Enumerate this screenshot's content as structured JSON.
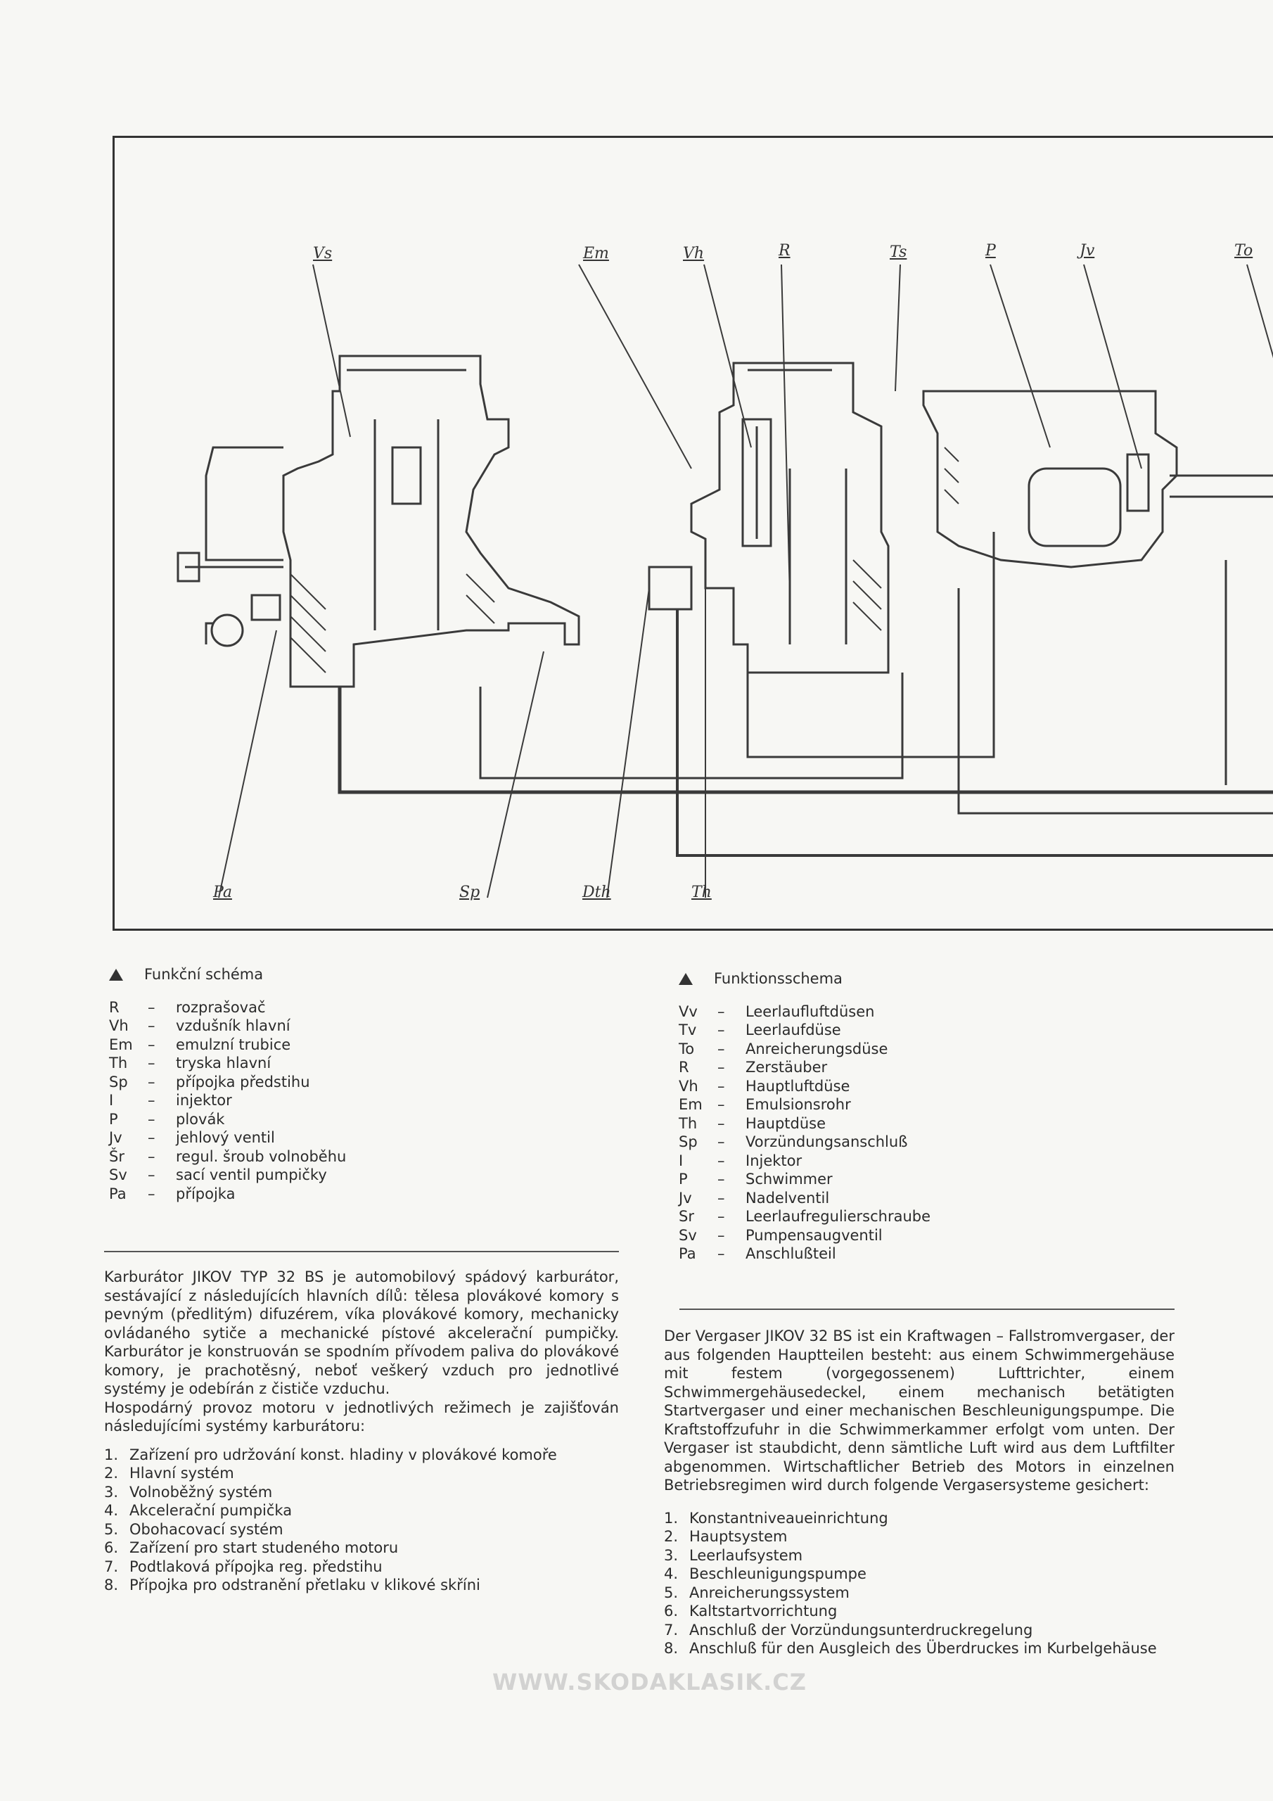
{
  "diagram": {
    "labels": {
      "vs": "Vs",
      "em": "Em",
      "vh": "Vh",
      "r": "R",
      "ts": "Ts",
      "p": "P",
      "jv": "Jv",
      "to": "To",
      "pa": "Pa",
      "sp": "Sp",
      "dth": "Dth",
      "th": "Th"
    }
  },
  "legend_cz": {
    "title": "Funkční schéma",
    "items": [
      {
        "abbr": "R",
        "dash": "–",
        "text": "rozprašovač"
      },
      {
        "abbr": "Vh",
        "dash": "–",
        "text": "vzdušník hlavní"
      },
      {
        "abbr": "Em",
        "dash": "–",
        "text": "emulzní trubice"
      },
      {
        "abbr": "Th",
        "dash": "–",
        "text": "tryska hlavní"
      },
      {
        "abbr": "Sp",
        "dash": "–",
        "text": "přípojka předstihu"
      },
      {
        "abbr": "I",
        "dash": "–",
        "text": "injektor"
      },
      {
        "abbr": "P",
        "dash": "–",
        "text": "plovák"
      },
      {
        "abbr": "Jv",
        "dash": "–",
        "text": "jehlový ventil"
      },
      {
        "abbr": "Šr",
        "dash": "–",
        "text": "regul. šroub volnoběhu"
      },
      {
        "abbr": "Sv",
        "dash": "–",
        "text": "sací ventil pumpičky"
      },
      {
        "abbr": "Pa",
        "dash": "–",
        "text": "přípojka"
      }
    ]
  },
  "legend_de": {
    "title": "Funktionsschema",
    "items": [
      {
        "abbr": "Vv",
        "dash": "–",
        "text": "Leerlaufluftdüsen"
      },
      {
        "abbr": "Tv",
        "dash": "–",
        "text": "Leerlaufdüse"
      },
      {
        "abbr": "To",
        "dash": "–",
        "text": "Anreicherungsdüse"
      },
      {
        "abbr": "R",
        "dash": "–",
        "text": "Zerstäuber"
      },
      {
        "abbr": "Vh",
        "dash": "–",
        "text": "Hauptluftdüse"
      },
      {
        "abbr": "Em",
        "dash": "–",
        "text": "Emulsionsrohr"
      },
      {
        "abbr": "Th",
        "dash": "–",
        "text": "Hauptdüse"
      },
      {
        "abbr": "Sp",
        "dash": "–",
        "text": "Vorzündungsanschluß"
      },
      {
        "abbr": "I",
        "dash": "–",
        "text": "Injektor"
      },
      {
        "abbr": "P",
        "dash": "–",
        "text": "Schwimmer"
      },
      {
        "abbr": "Jv",
        "dash": "–",
        "text": "Nadelventil"
      },
      {
        "abbr": "Sr",
        "dash": "–",
        "text": "Leerlaufregulierschraube"
      },
      {
        "abbr": "Sv",
        "dash": "–",
        "text": "Pumpensaugventil"
      },
      {
        "abbr": "Pa",
        "dash": "–",
        "text": "Anschlußteil"
      }
    ]
  },
  "text_cz": {
    "paragraph1": "Karburátor JIKOV TYP 32 BS je automobilový spádový karburátor, sestávající z následujících hlavních dílů: tělesa plovákové komory s pevným (předlitým) difuzérem, víka plovákové komory, mechanicky ovládaného sytiče a mechanické pístové akcelerační pumpičky. Karburátor je konstruován se spodním přívodem paliva do plovákové komory, je prachotěsný, neboť veškerý vzduch pro jednotlivé systémy je odebírán z čističe vzduchu.",
    "paragraph2": "Hospodárný provoz motoru v jednotlivých režimech je zajišťován následujícími systémy karburátoru:",
    "list": [
      {
        "num": "1.",
        "text": "Zařízení pro udržování konst. hladiny v plovákové komoře"
      },
      {
        "num": "2.",
        "text": "Hlavní systém"
      },
      {
        "num": "3.",
        "text": "Volnoběžný systém"
      },
      {
        "num": "4.",
        "text": "Akcelerační pumpička"
      },
      {
        "num": "5.",
        "text": "Obohacovací systém"
      },
      {
        "num": "6.",
        "text": "Zařízení pro start studeného motoru"
      },
      {
        "num": "7.",
        "text": "Podtlaková přípojka reg. předstihu"
      },
      {
        "num": "8.",
        "text": "Přípojka pro odstranění přetlaku v klikové skříni"
      }
    ]
  },
  "text_de": {
    "paragraph1": "Der Vergaser JIKOV 32 BS ist ein Kraftwagen – Fallstromvergaser, der aus folgenden Hauptteilen besteht: aus einem Schwimmergehäuse mit festem (vorgegossenem) Lufttrichter, einem Schwimmergehäusedeckel, einem mechanisch betätigten Startvergaser und einer mechanischen Beschleunigungspumpe. Die Kraftstoffzufuhr in die Schwimmerkammer erfolgt vom unten. Der Vergaser ist staubdicht, denn sämtliche Luft wird aus dem Luftfilter abgenommen. Wirtschaftlicher Betrieb des Motors in einzelnen Betriebsregimen wird durch folgende Vergasersysteme gesichert:",
    "list": [
      {
        "num": "1.",
        "text": "Konstantniveaueinrichtung"
      },
      {
        "num": "2.",
        "text": "Hauptsystem"
      },
      {
        "num": "3.",
        "text": "Leerlaufsystem"
      },
      {
        "num": "4.",
        "text": "Beschleunigungspumpe"
      },
      {
        "num": "5.",
        "text": "Anreicherungssystem"
      },
      {
        "num": "6.",
        "text": "Kaltstartvorrichtung"
      },
      {
        "num": "7.",
        "text": "Anschluß der Vorzündungsunterdruckregelung"
      },
      {
        "num": "8.",
        "text": "Anschluß für den Ausgleich des Überdruckes im Kurbelgehäuse"
      }
    ]
  },
  "watermark": "WWW.SKODAKLASIK.CZ"
}
